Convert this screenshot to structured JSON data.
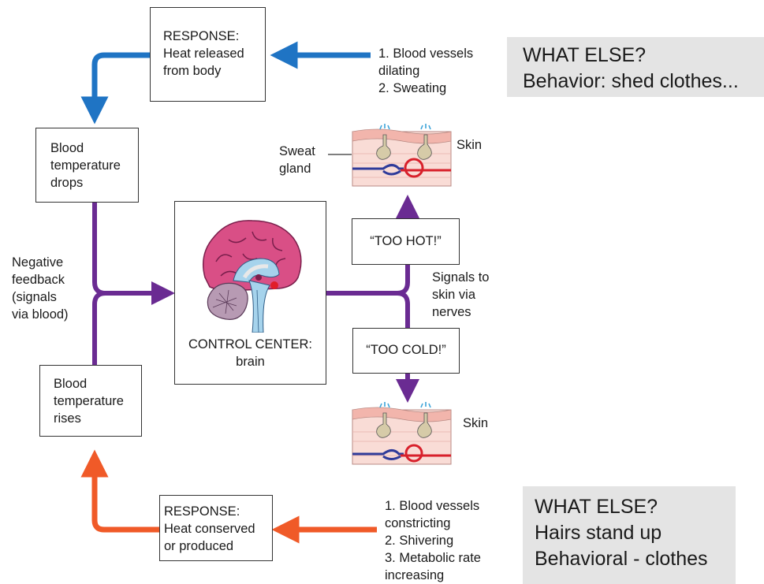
{
  "response_top": {
    "lines": [
      "RESPONSE:",
      "Heat released",
      "from body"
    ]
  },
  "hot_actions": {
    "lines": [
      "1. Blood vessels",
      "dilating",
      "2. Sweating"
    ]
  },
  "what_else_top": {
    "lines": [
      "WHAT ELSE?",
      "Behavior: shed clothes..."
    ]
  },
  "temp_drops": {
    "lines": [
      "Blood",
      "temperature",
      "drops"
    ]
  },
  "sweat_gland_label": {
    "lines": [
      "Sweat",
      "gland"
    ]
  },
  "skin_top_label": "Skin",
  "skin_bottom_label": "Skin",
  "negative_feedback": {
    "lines": [
      "Negative",
      "feedback",
      "(signals",
      "via blood)"
    ]
  },
  "too_hot": "“TOO HOT!”",
  "too_cold": "“TOO COLD!”",
  "signals_label": {
    "lines": [
      "Signals to",
      "skin via",
      "nerves"
    ]
  },
  "control_center": {
    "lines": [
      "CONTROL CENTER:",
      "brain"
    ]
  },
  "temp_rises": {
    "lines": [
      "Blood",
      "temperature",
      "rises"
    ]
  },
  "response_bottom": {
    "lines": [
      "RESPONSE:",
      "Heat conserved",
      "or produced"
    ]
  },
  "cold_actions": {
    "lines": [
      "1. Blood vessels",
      "constricting",
      "2. Shivering",
      "3. Metabolic rate",
      "increasing"
    ]
  },
  "what_else_bottom": {
    "lines": [
      "WHAT ELSE?",
      "Hairs stand up",
      "Behavioral - clothes"
    ]
  },
  "colors": {
    "blue": "#1f74c4",
    "purple": "#6a2b92",
    "orange": "#f05a28",
    "gray_panel": "#e4e4e4"
  },
  "icons": [
    "brain-illustration",
    "skin-cross-section-top",
    "skin-cross-section-bottom"
  ]
}
